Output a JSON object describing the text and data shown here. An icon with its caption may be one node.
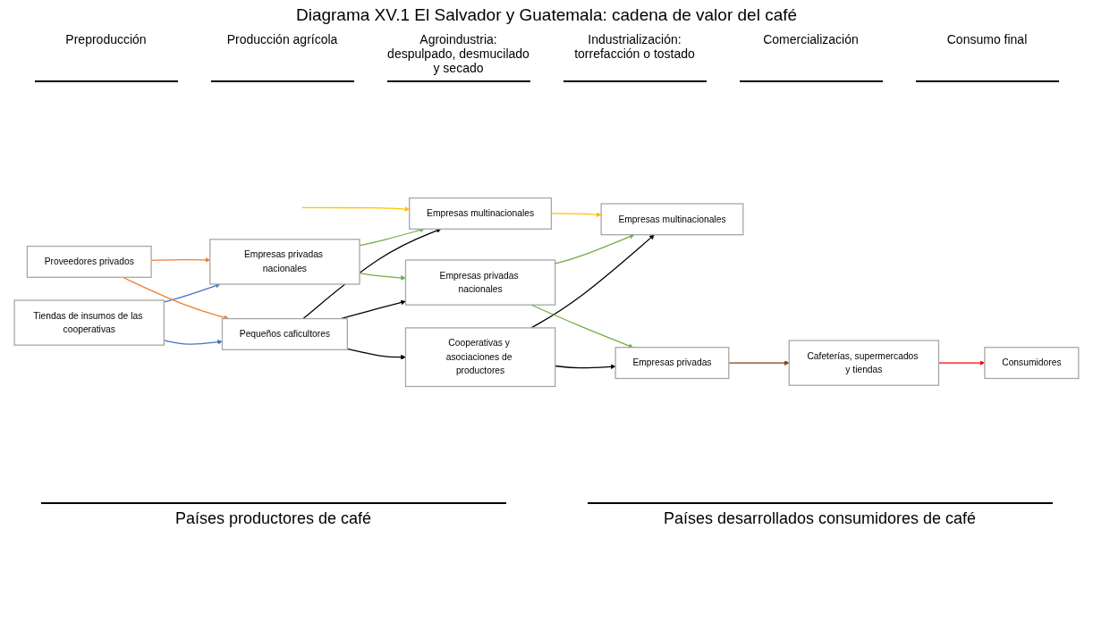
{
  "diagram": {
    "title": "Diagrama XV.1 El Salvador y Guatemala: cadena de valor del café",
    "nodes": [
      {
        "text": [
          "Tiendas de insumos de las cooperativas"
        ]
      },
      {
        "text": [
          "Proveedores privados"
        ]
      },
      {
        "text": [
          "Pequeños caficultores"
        ]
      },
      {
        "text": [
          "Empresas privadas nacionales"
        ]
      },
      {
        "text": [
          "Cooperativas y asociaciones de productores"
        ]
      },
      {
        "text": [
          "Empresas privadas nacionales"
        ]
      },
      {
        "text": [
          "Empresas multinacionales"
        ]
      },
      {
        "text": [
          "Empresas multinacionales"
        ]
      },
      {
        "text": [
          "Empresas privadas"
        ]
      },
      {
        "text": [
          "Cafeterías, supermercados y tiendas"
        ]
      },
      {
        "text": [
          "Consumidores"
        ]
      }
    ],
    "edges": [
      {
        "from": 0,
        "to": 2,
        "arrow": "to",
        "color": "#4472c4"
      },
      {
        "from": 0,
        "to": 3,
        "arrow": "to",
        "color": "#4472c4"
      },
      {
        "from": 1,
        "to": 2,
        "arrow": "to",
        "color": "#ed7d31"
      },
      {
        "from": 1,
        "to": 3,
        "arrow": "to",
        "color": "#ed7d31"
      },
      {
        "from": 2,
        "to": 4,
        "arrow": "to"
      },
      {
        "from": 2,
        "to": 5,
        "arrow": "to"
      },
      {
        "from": 2,
        "to": 6,
        "arrow": "to"
      },
      {
        "from": 3,
        "to": 5,
        "arrow": "to",
        "color": "#70ad47"
      },
      {
        "from": 3,
        "to": 6,
        "arrow": "to",
        "color": "#70ad47"
      },
      {
        "from": null,
        "to": 6,
        "arrow": "to",
        "color": "#ffc000"
      },
      {
        "from": 4,
        "to": 7,
        "arrow": "to"
      },
      {
        "from": 4,
        "to": 8,
        "arrow": "to"
      },
      {
        "from": 5,
        "to": 7,
        "arrow": "to",
        "color": "#70ad47"
      },
      {
        "from": 5,
        "to": 8,
        "arrow": "to",
        "color": "#70ad47"
      },
      {
        "from": 6,
        "to": 7,
        "arrow": "to",
        "color": "#ffc000"
      },
      {
        "from": 8,
        "to": 9,
        "arrow": "to",
        "color": "#843c0c"
      },
      {
        "from": 9,
        "to": 10,
        "arrow": "to",
        "color": "#ff0000"
      }
    ],
    "labels": [
      "Preproducción",
      "Producción agrícola",
      "Agroindustria: despulpado, desmucilado y secado",
      "Industrialización: torrefacción o tostado",
      "Comercialización",
      "Consumo final",
      "Países productores de café",
      "Países desarrollados consumidores de café"
    ]
  }
}
